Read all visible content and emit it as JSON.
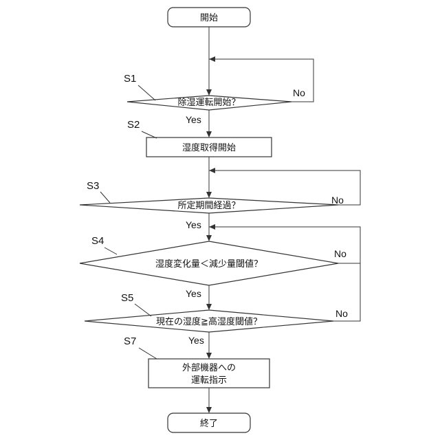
{
  "nodes": {
    "start": {
      "label": "開始"
    },
    "s1_decision": {
      "step": "S1",
      "label": "除湿運転開始？",
      "yes": "Yes",
      "no": "No"
    },
    "s2_process": {
      "step": "S2",
      "label": "湿度取得開始"
    },
    "s3_decision": {
      "step": "S3",
      "label": "所定期間経過？",
      "yes": "Yes",
      "no": "No"
    },
    "s4_decision": {
      "step": "S4",
      "label": "湿度変化量＜減少量閾値？",
      "yes": "Yes",
      "no": "No"
    },
    "s5_decision": {
      "step": "S5",
      "label": "現在の湿度≧高湿度閾値？",
      "yes": "Yes",
      "no": "No"
    },
    "s7_process": {
      "step": "S7",
      "label_line1": "外部機器への",
      "label_line2": "運転指示"
    },
    "end": {
      "label": "終了"
    }
  },
  "colors": {
    "stroke": "#333333",
    "text": "#111111",
    "background": "#ffffff"
  }
}
